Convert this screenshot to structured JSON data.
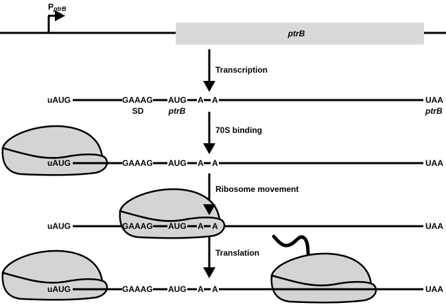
{
  "colors": {
    "gene_box": "#d9d9d9",
    "ribosome": "#d4d4d4",
    "line": "#000000"
  },
  "gene": {
    "promoter_main": "P",
    "promoter_sub": "ptrB",
    "name": "ptrB"
  },
  "steps": {
    "transcription": "Transcription",
    "binding": "70S binding",
    "movement": "Ribosome movement",
    "translation": "Translation"
  },
  "mrna": {
    "uaug": "uAUG",
    "sd_seq": "GAAAG",
    "sd_label": "SD",
    "aug": "AUG",
    "aug_label": "ptrB",
    "a": "A",
    "stop": "UAA",
    "stop_label": "ptrB"
  }
}
